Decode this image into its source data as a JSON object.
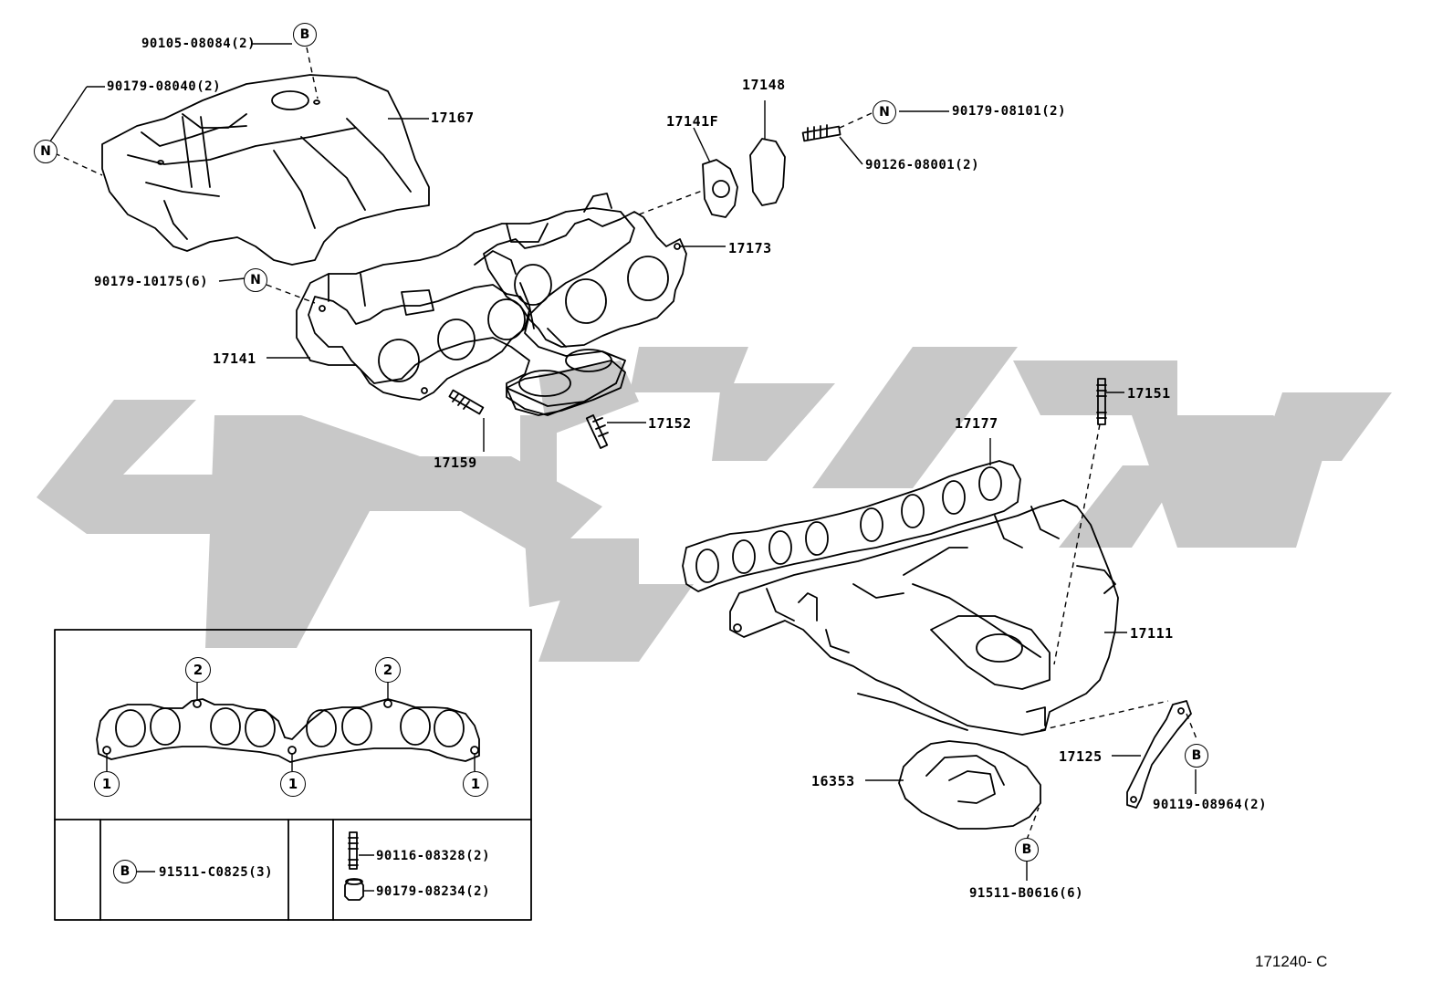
{
  "diagram": {
    "part_labels": {
      "p17167": "17167",
      "p17148": "17148",
      "p17141F": "17141F",
      "p17173": "17173",
      "p17141": "17141",
      "p17159": "17159",
      "p17152": "17152",
      "p17151": "17151",
      "p17177": "17177",
      "p17111": "17111",
      "p17125": "17125",
      "p16353": "16353"
    },
    "fastener_labels": {
      "f90105": "90105-08084(2)",
      "f90179_08040": "90179-08040(2)",
      "f90179_08101": "90179-08101(2)",
      "f90126": "90126-08001(2)",
      "f90179_10175": "90179-10175(6)",
      "f90119": "90119-08964(2)",
      "f91511_b": "91511-B0616(6)"
    },
    "markers": {
      "b": "B",
      "n": "N",
      "one": "1",
      "two": "2"
    },
    "legend_box": {
      "bolt_c": "91511-C0825(3)",
      "stud": "90116-08328(2)",
      "nut": "90179-08234(2)"
    },
    "illustration_code": "171240- C",
    "watermark": {
      "color": "#c8c8c8"
    }
  }
}
